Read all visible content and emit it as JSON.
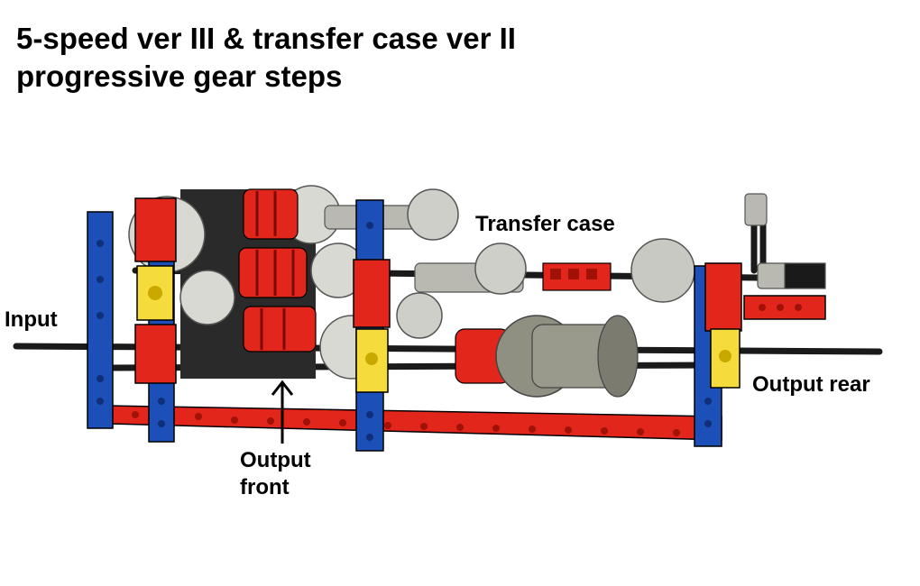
{
  "title": {
    "line1": "5-speed ver III & transfer case ver II",
    "line2": "progressive gear steps"
  },
  "labels": {
    "input": "Input",
    "transfer_case": "Transfer case",
    "output_rear": "Output rear",
    "output_front_line1": "Output",
    "output_front_line2": "front"
  },
  "colors": {
    "blue_beam": "#1d4fb8",
    "red_part": "#e3261b",
    "yellow_part": "#f5dc3c",
    "gray_part": "#a8a8a0",
    "dark_gray": "#6f6f66",
    "axle": "#1a1a1a"
  }
}
